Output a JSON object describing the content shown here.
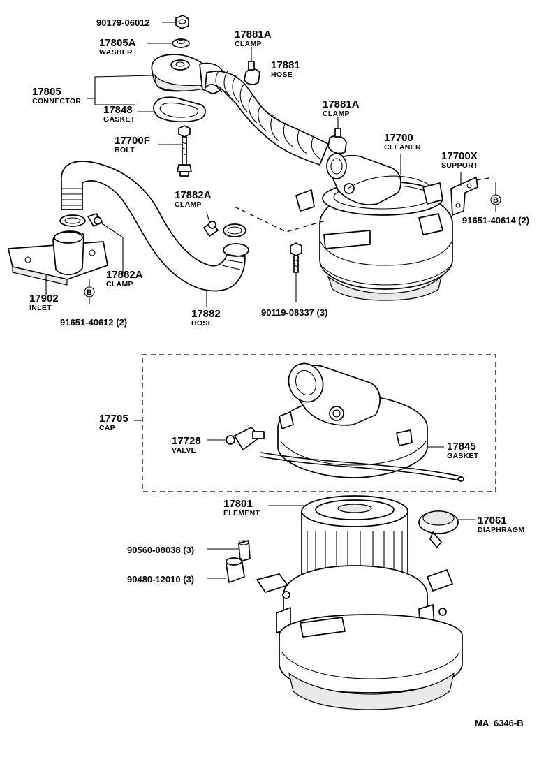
{
  "parts": {
    "p90179": {
      "number": "90179-06012"
    },
    "p17805A": {
      "number": "17805A",
      "name": "WASHER"
    },
    "p17805": {
      "number": "17805",
      "name": "CONNECTOR"
    },
    "p17848": {
      "number": "17848",
      "name": "GASKET"
    },
    "p17700F": {
      "number": "17700F",
      "name": "BOLT"
    },
    "p17881A_top": {
      "number": "17881A",
      "name": "CLAMP"
    },
    "p17881": {
      "number": "17881",
      "name": "HOSE"
    },
    "p17881A_mid": {
      "number": "17881A",
      "name": "CLAMP"
    },
    "p17700": {
      "number": "17700",
      "name": "CLEANER"
    },
    "p17700X": {
      "number": "17700X",
      "name": "SUPPORT"
    },
    "p91651_40614": {
      "number": "91651-40614 (2)"
    },
    "p17882A_top": {
      "number": "17882A",
      "name": "CLAMP"
    },
    "p17882A_low": {
      "number": "17882A",
      "name": "CLAMP"
    },
    "p17902": {
      "number": "17902",
      "name": "INLET"
    },
    "p91651_40612": {
      "number": "91651-40612 (2)"
    },
    "p17882": {
      "number": "17882",
      "name": "HOSE"
    },
    "p90119": {
      "number": "90119-08337 (3)"
    },
    "p17705": {
      "number": "17705",
      "name": "CAP"
    },
    "p17728": {
      "number": "17728",
      "name": "VALVE"
    },
    "p17845": {
      "number": "17845",
      "name": "GASKET"
    },
    "p17801": {
      "number": "17801",
      "name": "ELEMENT"
    },
    "p17061": {
      "number": "17061",
      "name": "DIAPHRAGM"
    },
    "p90560": {
      "number": "90560-08038 (3)"
    },
    "p90480": {
      "number": "90480-12010 (3)"
    }
  },
  "callout_marker": "B",
  "figure_code": "MA  6346-B"
}
